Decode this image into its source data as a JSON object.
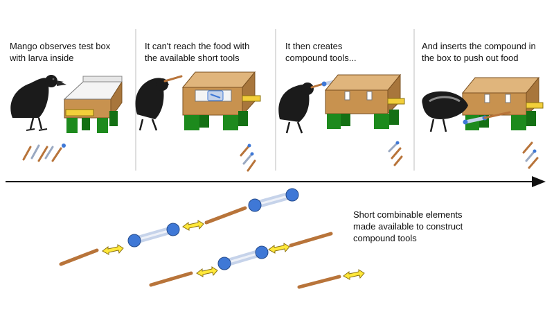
{
  "panels": [
    {
      "caption": "Mango observes test box\nwith larva inside"
    },
    {
      "caption": "It can't reach the food with\nthe available short tools"
    },
    {
      "caption": "It then creates\ncompound tools..."
    },
    {
      "caption": "And inserts the compound in\nthe box to push out food"
    }
  ],
  "elements_caption": "Short combinable elements\nmade available to construct\ncompound tools",
  "colors": {
    "box_wood": "#c8924f",
    "box_legs": "#1d8a1d",
    "platform": "#f2cf3a",
    "crow": "#1b1b1b",
    "stick": "#b8743a",
    "connector": "#3f78d6",
    "tube": "#c6d3ea",
    "arrow_yellow": "#ffe83a",
    "timeline": "#111111"
  }
}
